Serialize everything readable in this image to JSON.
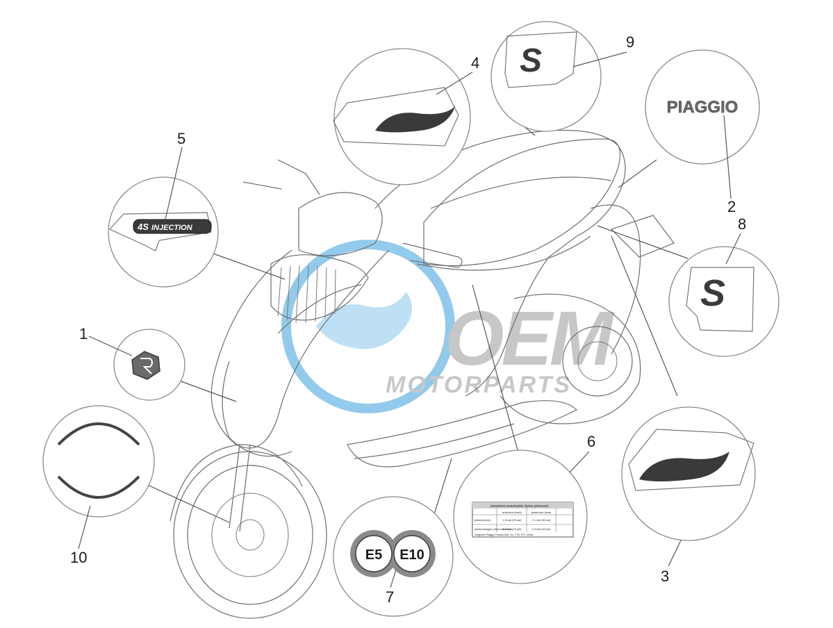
{
  "callouts": [
    {
      "number": "1"
    },
    {
      "number": "2"
    },
    {
      "number": "3"
    },
    {
      "number": "4"
    },
    {
      "number": "5"
    },
    {
      "number": "6"
    },
    {
      "number": "7"
    },
    {
      "number": "8"
    },
    {
      "number": "9"
    },
    {
      "number": "10"
    }
  ],
  "decals": {
    "piaggio_wordmark": "PIAGGIO",
    "injection_badge_model": "4S",
    "injection_badge_text": "INJECTION",
    "fuel_label_e5": "E5",
    "fuel_label_e10": "E10",
    "s_letter": "S",
    "tyre_label": {
      "title": "pressione pneumatici (tyres pressure)",
      "col_front": "anteriore (front)",
      "col_rear": "posteriore (rear)",
      "row1_label": "pilota (driver)",
      "row1_front": "1,6 bar (23 psi)",
      "row1_rear": "2,1 bar (30 psi)",
      "row2_label": "pilota+passeggero (driver+passenger)",
      "row2_front": "1,6 bar (23 psi)",
      "row2_rear": "2,3 bar (33 psi)",
      "footer": "Zongshen Piaggio Foshan Mot. Co., LTD.   P.R. China"
    }
  },
  "watermark": {
    "brand": "OEM",
    "tagline": "MOTORPARTS"
  },
  "colors": {
    "watermark_blue": "#3aa0dc",
    "watermark_grey": "#9a9a9a",
    "decal_dark": "#3a3a3a"
  }
}
